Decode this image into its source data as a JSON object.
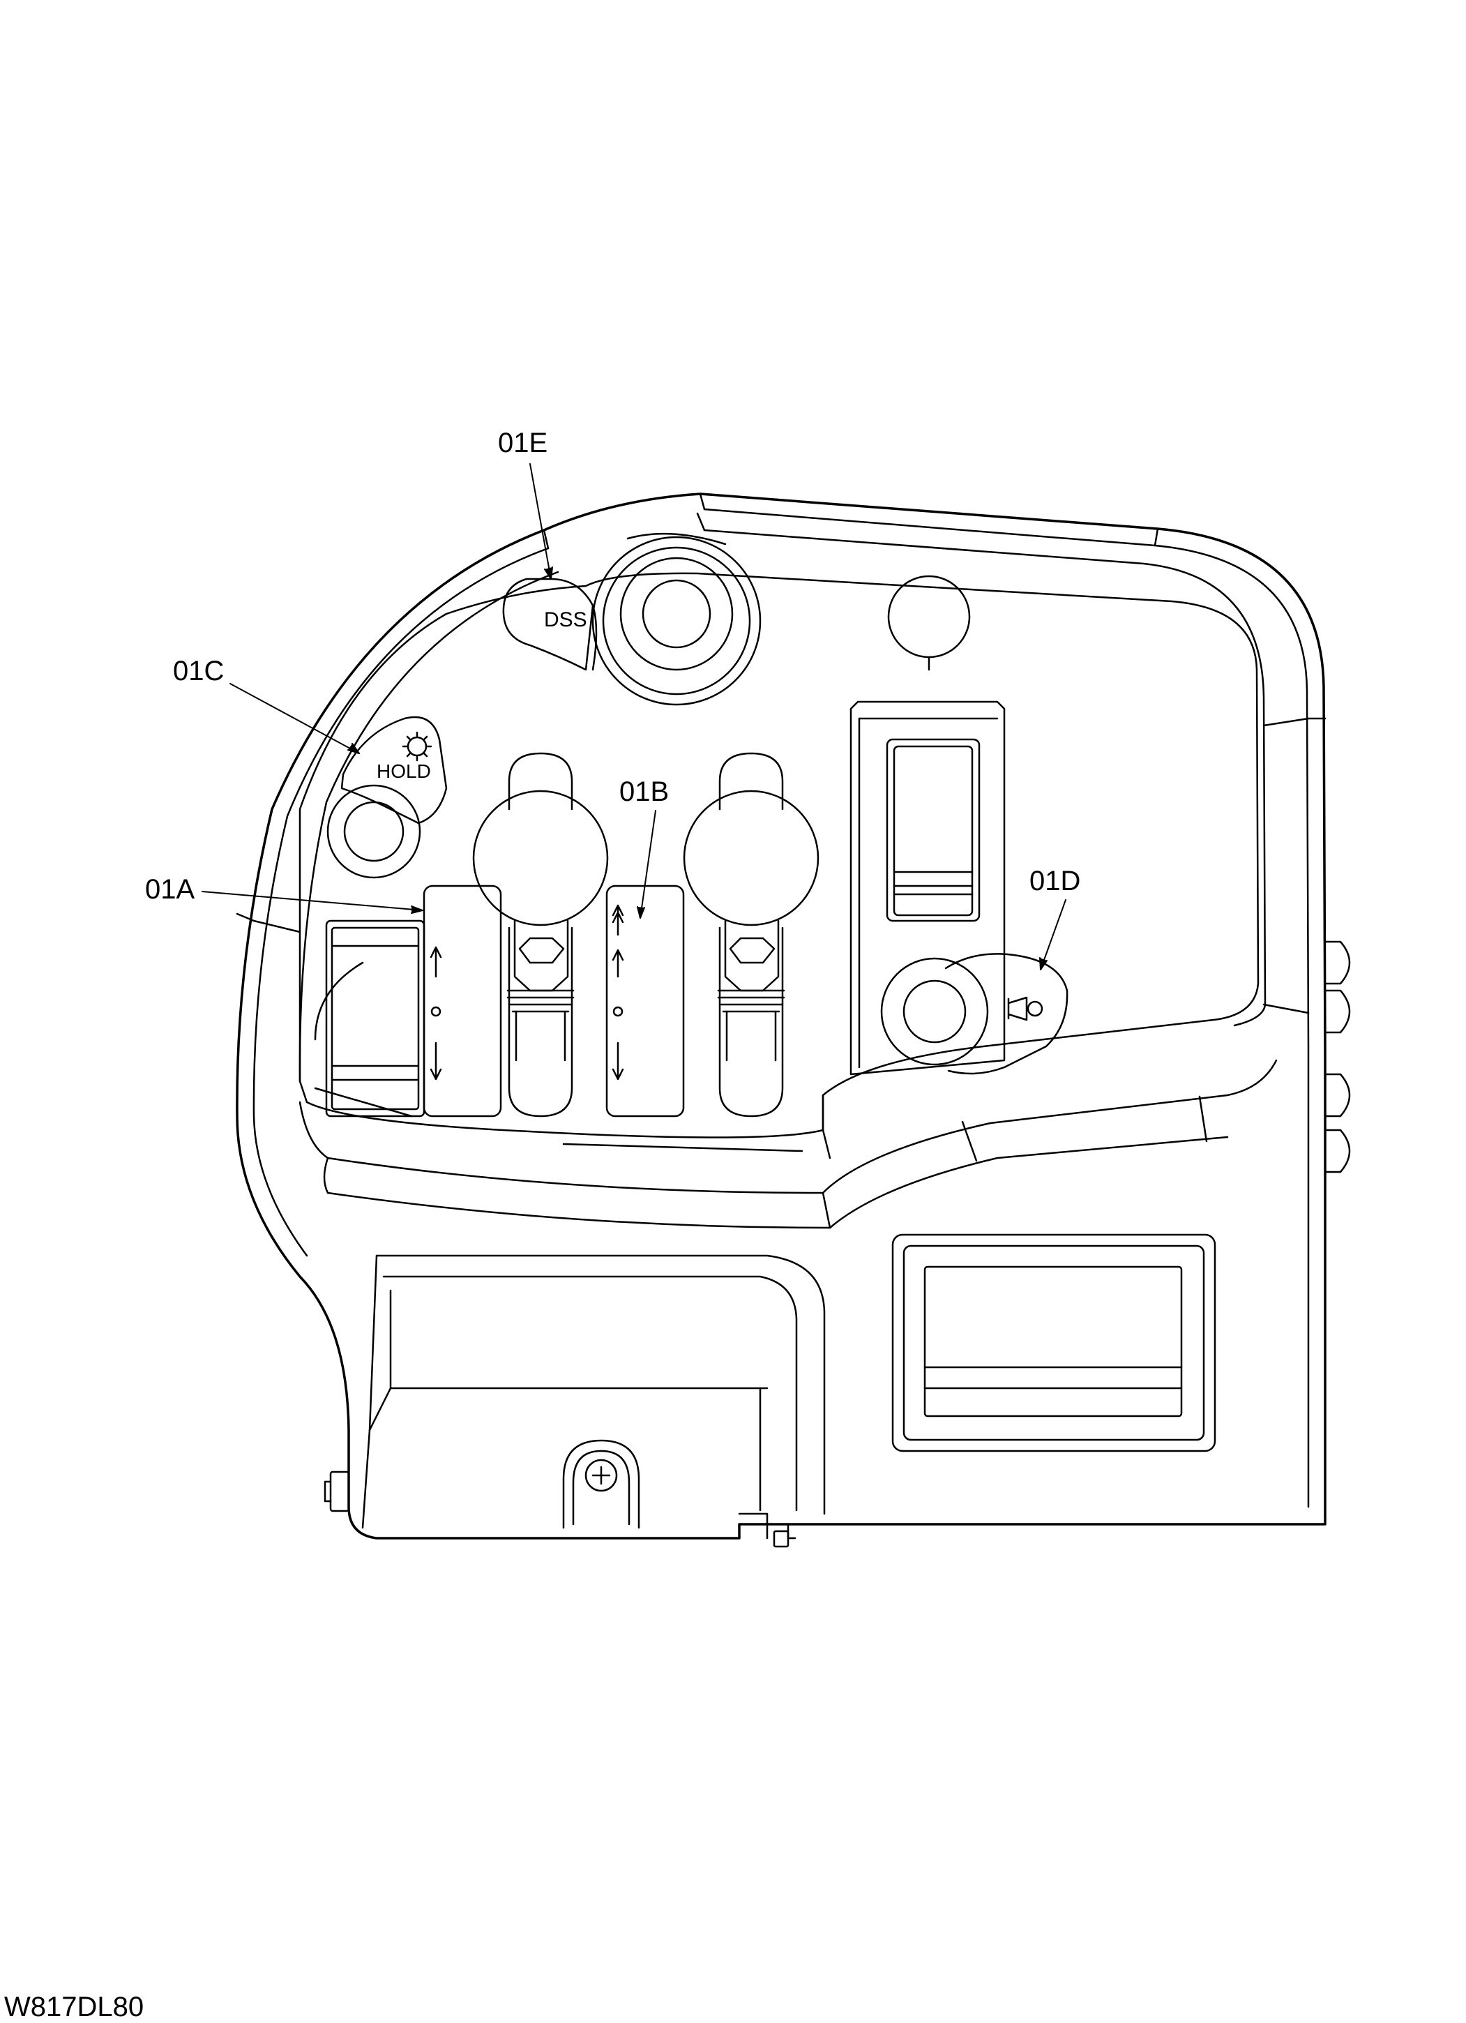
{
  "figure": {
    "code": "W817DL80"
  },
  "callouts": {
    "01A": "01A",
    "01B": "01B",
    "01C": "01C",
    "01D": "01D",
    "01E": "01E"
  },
  "panel_labels": {
    "dss": "DSS",
    "hold": "HOLD"
  },
  "icons": {
    "hold_symbol": "gear-sun-icon",
    "horn_symbol": "horn-icon",
    "arrows_01A": [
      "up-arrow-icon",
      "dot-icon",
      "down-arrow-icon"
    ],
    "arrows_01B": [
      "double-up-arrow-icon",
      "up-arrow-icon",
      "dot-icon",
      "down-arrow-icon"
    ],
    "screw": "phillips-screw-icon"
  },
  "colors": {
    "line": "#000000",
    "background": "#ffffff"
  }
}
